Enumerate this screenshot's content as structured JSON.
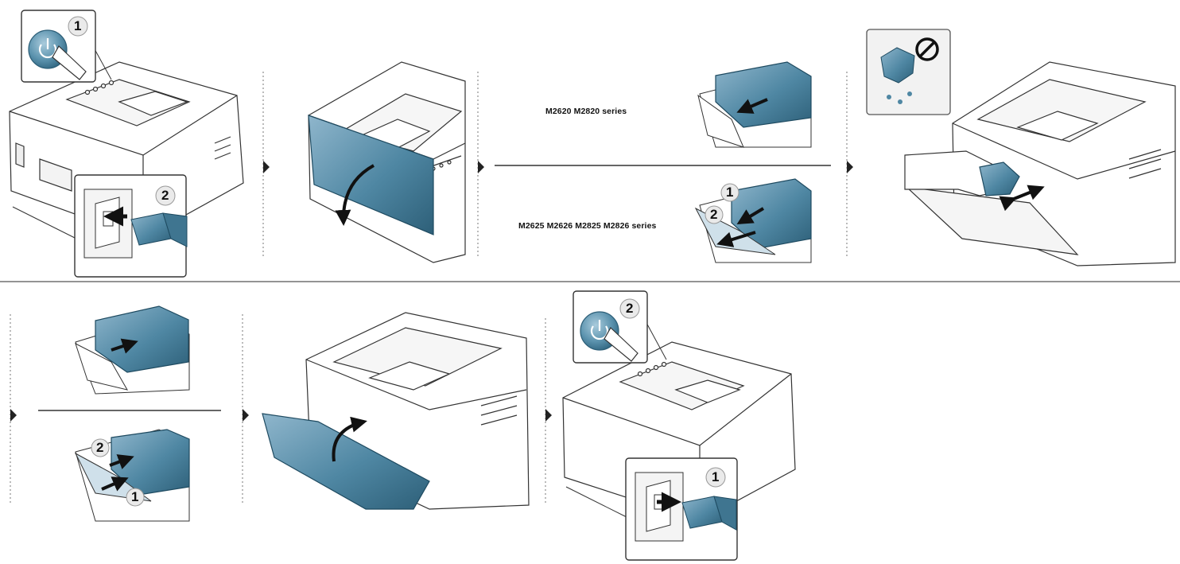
{
  "colors": {
    "accent_blue": "#4f87a3",
    "accent_blue_dark": "#2d5f78",
    "line": "#333333",
    "printer_fill": "#ffffff",
    "divider": "#555555"
  },
  "top_row": {
    "step1": {
      "badge_power": "1",
      "badge_plug": "2",
      "icons": [
        "power-button-icon",
        "power-plug-icon"
      ]
    },
    "step3": {
      "model_a": "M2620 M2820 series",
      "model_b": "M2625 M2626 M2825 M2826 series",
      "badge_a": "1",
      "badge_b": "2"
    },
    "step4": {
      "icons": [
        "water-drop-icon",
        "prohibited-icon"
      ]
    }
  },
  "bottom_row": {
    "step5": {
      "badge_a": "2",
      "badge_b": "1"
    },
    "step7": {
      "badge_power": "2",
      "badge_plug": "1",
      "icons": [
        "power-button-icon",
        "power-plug-icon"
      ]
    }
  }
}
